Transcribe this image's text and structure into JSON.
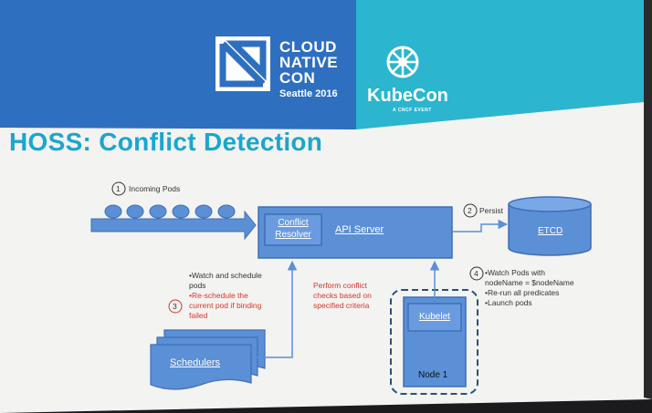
{
  "header": {
    "cloud_native_con": [
      "CLOUD",
      "NATIVE",
      "CON"
    ],
    "event_location": "Seattle 2016",
    "kubecon": "KubeCon",
    "cncf_event": "A CNCF EVENT"
  },
  "slide_title": "HOSS: Conflict Detection",
  "diagram": {
    "steps": {
      "s1": {
        "number": "1",
        "label": "Incoming Pods"
      },
      "s2": {
        "number": "2",
        "label": "Persist"
      },
      "s3": {
        "number": "3"
      },
      "s4": {
        "number": "4"
      }
    },
    "api_server": "API Server",
    "conflict_resolver": [
      "Conflict",
      "Resolver"
    ],
    "etcd": "ETCD",
    "kubelet": "Kubelet",
    "node": "Node 1",
    "schedulers": "Schedulers",
    "scheduler_notes": [
      "•Watch and schedule",
      "pods"
    ],
    "scheduler_notes_red": [
      "•Re-schedule the",
      "current pod if binding",
      "failed"
    ],
    "conflict_note": [
      "Perform conflict",
      "checks based on",
      "specified criteria"
    ],
    "kubelet_notes": [
      "•Watch Pods with",
      "nodeName = $nodeName",
      "•Re-run all predicates",
      "•Launch pods"
    ]
  },
  "colors": {
    "header_blue": "#2e6fc0",
    "header_teal": "#2bb5cf",
    "box_blue": "#5b8fd6",
    "box_border": "#3f6fb6",
    "title": "#1aa6cf",
    "red": "#d9342b"
  }
}
